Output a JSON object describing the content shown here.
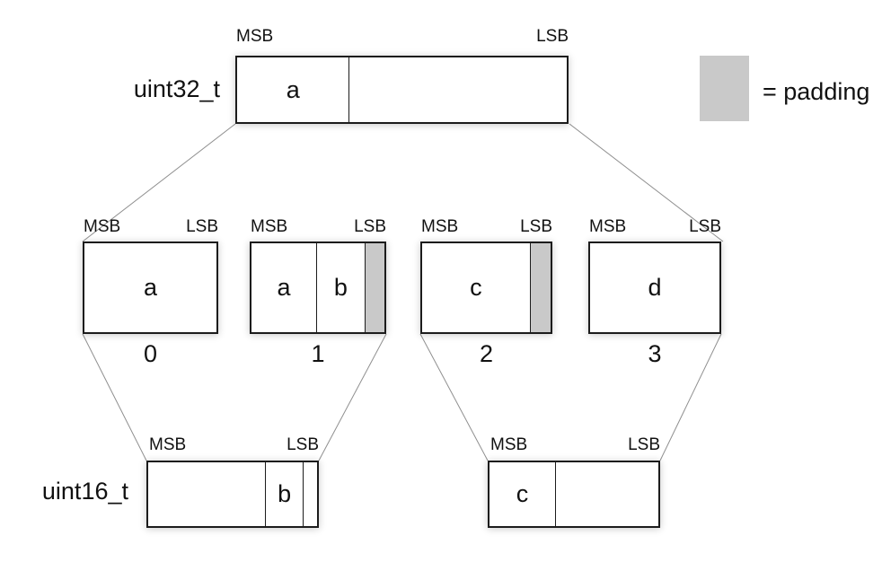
{
  "diagram": {
    "legend": {
      "label": "= padding",
      "padding_color": "#c9c9c9"
    },
    "uint32": {
      "type_label": "uint32_t",
      "msb_label": "MSB",
      "lsb_label": "LSB",
      "cells": [
        {
          "label": "a",
          "width_pct": 34,
          "padding": false
        },
        {
          "label": "",
          "width_pct": 66,
          "padding": false
        }
      ]
    },
    "bytes": [
      {
        "index_label": "0",
        "msb_label": "MSB",
        "lsb_label": "LSB",
        "cells": [
          {
            "label": "a",
            "width_pct": 100,
            "padding": false
          }
        ]
      },
      {
        "index_label": "1",
        "msb_label": "MSB",
        "lsb_label": "LSB",
        "cells": [
          {
            "label": "a",
            "width_pct": 49.3,
            "padding": false
          },
          {
            "label": "b",
            "width_pct": 36.2,
            "padding": false
          },
          {
            "label": "",
            "width_pct": 14.5,
            "padding": true
          }
        ]
      },
      {
        "index_label": "2",
        "msb_label": "MSB",
        "lsb_label": "LSB",
        "cells": [
          {
            "label": "c",
            "width_pct": 84.4,
            "padding": false
          },
          {
            "label": "",
            "width_pct": 15.6,
            "padding": true
          }
        ]
      },
      {
        "index_label": "3",
        "msb_label": "MSB",
        "lsb_label": "LSB",
        "cells": [
          {
            "label": "d",
            "width_pct": 100,
            "padding": false
          }
        ]
      }
    ],
    "uint16": {
      "type_label": "uint16_t",
      "boxes": [
        {
          "msb_label": "MSB",
          "lsb_label": "LSB",
          "cells": [
            {
              "label": "",
              "width_pct": 69.8,
              "padding": false
            },
            {
              "label": "b",
              "width_pct": 22.4,
              "padding": false
            },
            {
              "label": "",
              "width_pct": 7.8,
              "padding": false
            }
          ]
        },
        {
          "msb_label": "MSB",
          "lsb_label": "LSB",
          "cells": [
            {
              "label": "c",
              "width_pct": 39,
              "padding": false
            },
            {
              "label": "",
              "width_pct": 61,
              "padding": false
            }
          ]
        }
      ]
    }
  }
}
